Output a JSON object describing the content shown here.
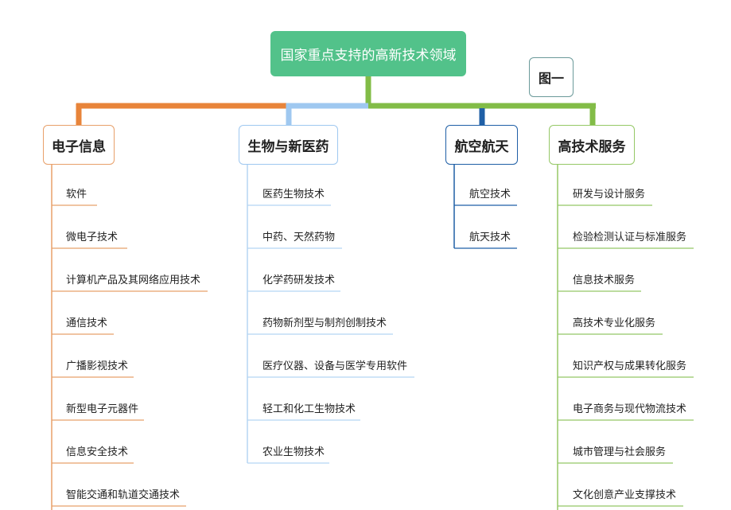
{
  "title": "国家重点支持的高新技术领域",
  "figure_label": "图一",
  "colors": {
    "root_fill": "#52c28a",
    "orange": "#e8843a",
    "light_blue": "#9fc8f0",
    "green": "#82bc47",
    "dark_blue": "#1f5fa6"
  },
  "branches": [
    {
      "label": "电子信息",
      "items": [
        "软件",
        "微电子技术",
        "计算机产品及其网络应用技术",
        "通信技术",
        "广播影视技术",
        "新型电子元器件",
        "信息安全技术",
        "智能交通和轨道交通技术"
      ]
    },
    {
      "label": "生物与新医药",
      "items": [
        "医药生物技术",
        "中药、天然药物",
        "化学药研发技术",
        "药物新剂型与制剂创制技术",
        "医疗仪器、设备与医学专用软件",
        "轻工和化工生物技术",
        "农业生物技术"
      ]
    },
    {
      "label": "航空航天",
      "items": [
        "航空技术",
        "航天技术"
      ]
    },
    {
      "label": "高技术服务",
      "items": [
        "研发与设计服务",
        "检验检测认证与标准服务",
        "信息技术服务",
        "高技术专业化服务",
        "知识产权与成果转化服务",
        "电子商务与现代物流技术",
        "城市管理与社会服务",
        "文化创意产业支撑技术"
      ]
    }
  ]
}
